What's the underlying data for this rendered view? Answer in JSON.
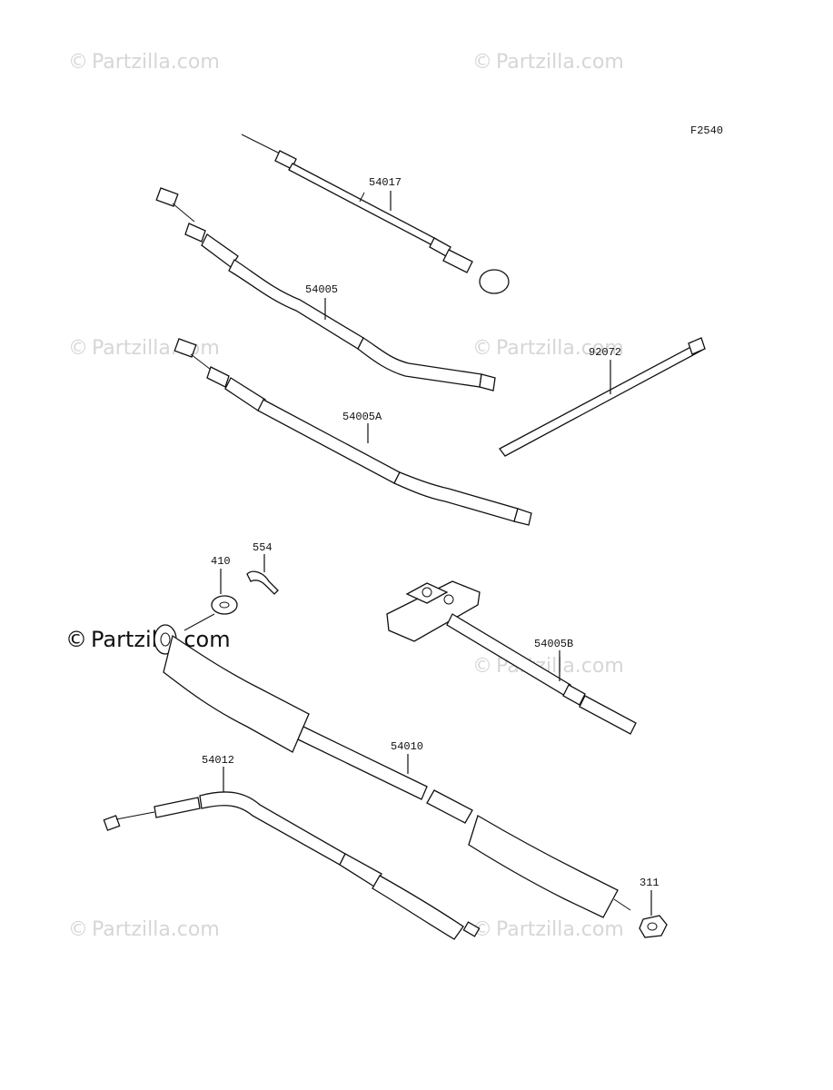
{
  "figure_code": "F2540",
  "watermark": {
    "symbol": "©",
    "text": "Partzilla.com"
  },
  "parts": [
    {
      "id": "p54017",
      "number": "54017"
    },
    {
      "id": "p54005",
      "number": "54005"
    },
    {
      "id": "p54005A",
      "number": "54005A"
    },
    {
      "id": "p92072",
      "number": "92072"
    },
    {
      "id": "p410",
      "number": "410"
    },
    {
      "id": "p554",
      "number": "554"
    },
    {
      "id": "p54005B",
      "number": "54005B"
    },
    {
      "id": "p54010",
      "number": "54010"
    },
    {
      "id": "p54012",
      "number": "54012"
    },
    {
      "id": "p311",
      "number": "311"
    }
  ]
}
